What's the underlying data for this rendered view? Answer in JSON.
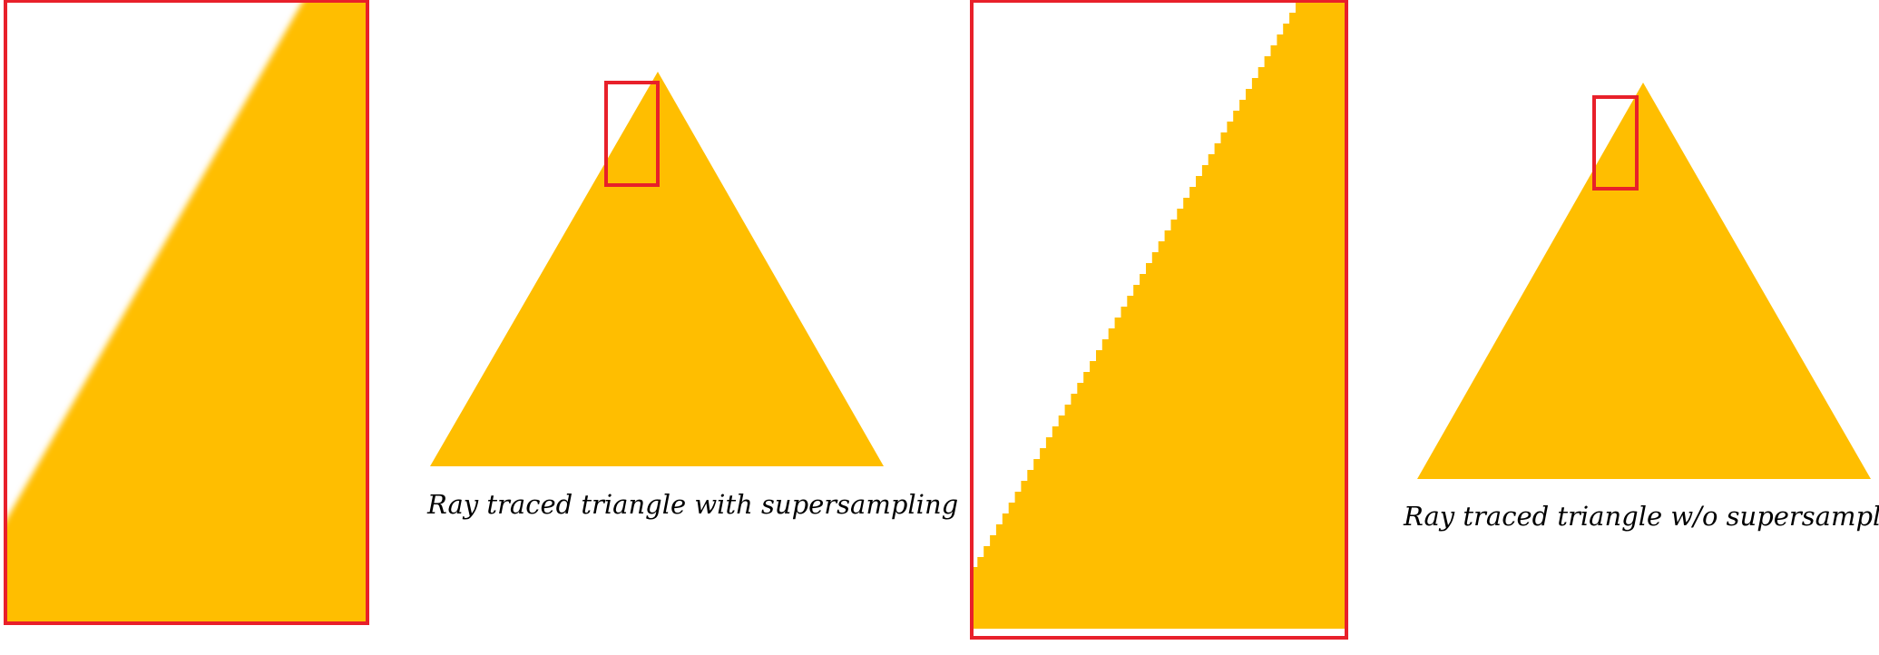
{
  "colors": {
    "triangle_fill": "#FFBE00",
    "highlight_box": "#E8202A",
    "background": "#FFFFFF"
  },
  "panels": [
    {
      "caption": "Ray traced triangle with supersampling",
      "edge": "smooth"
    },
    {
      "caption": "Ray traced triangle w/o supersampling",
      "edge": "jagged"
    }
  ]
}
